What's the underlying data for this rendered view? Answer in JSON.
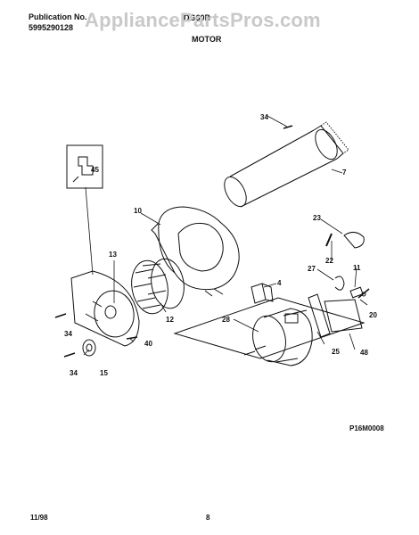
{
  "header": {
    "publication_label": "Publication No.",
    "publication_number": "5995290128",
    "model": "DG60B",
    "section_title": "MOTOR"
  },
  "watermark": "AppliancePartsPros.com",
  "callouts": [
    "34",
    "7",
    "45",
    "10",
    "23",
    "22",
    "13",
    "11",
    "27",
    "4",
    "20",
    "12",
    "28",
    "34",
    "40",
    "25",
    "48",
    "34",
    "15"
  ],
  "figure_code": "P16M0008",
  "footer": {
    "date": "11/98",
    "page": "8"
  }
}
